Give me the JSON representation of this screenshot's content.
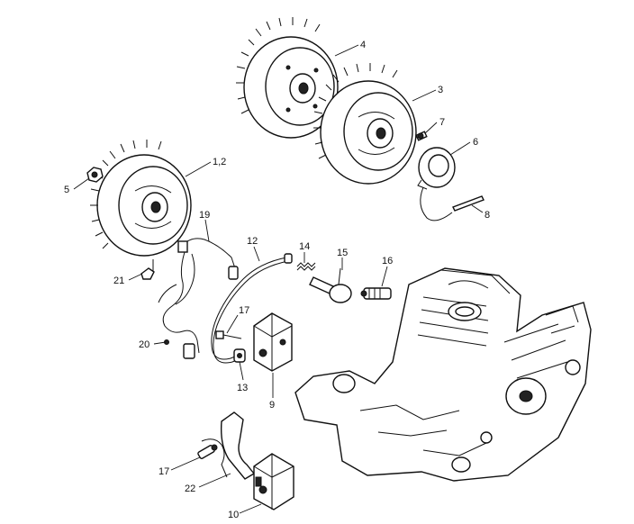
{
  "diagram": {
    "callouts": [
      "4",
      "3",
      "7",
      "6",
      "8",
      "1,2",
      "5",
      "19",
      "12",
      "14",
      "15",
      "16",
      "21",
      "17",
      "20",
      "13",
      "9",
      "17",
      "22",
      "10"
    ],
    "parts": [
      "flywheel",
      "flywheel",
      "screw",
      "ring-sensor",
      "wire-pin",
      "flywheel",
      "nut",
      "wiring-harness",
      "ignition-lead",
      "spring",
      "spark-plug-boot",
      "spark-plug",
      "clip",
      "screw",
      "wiring-harness",
      "terminal",
      "ignition-module",
      "screw",
      "spring-clip",
      "ignition-module",
      "crankcase"
    ]
  }
}
